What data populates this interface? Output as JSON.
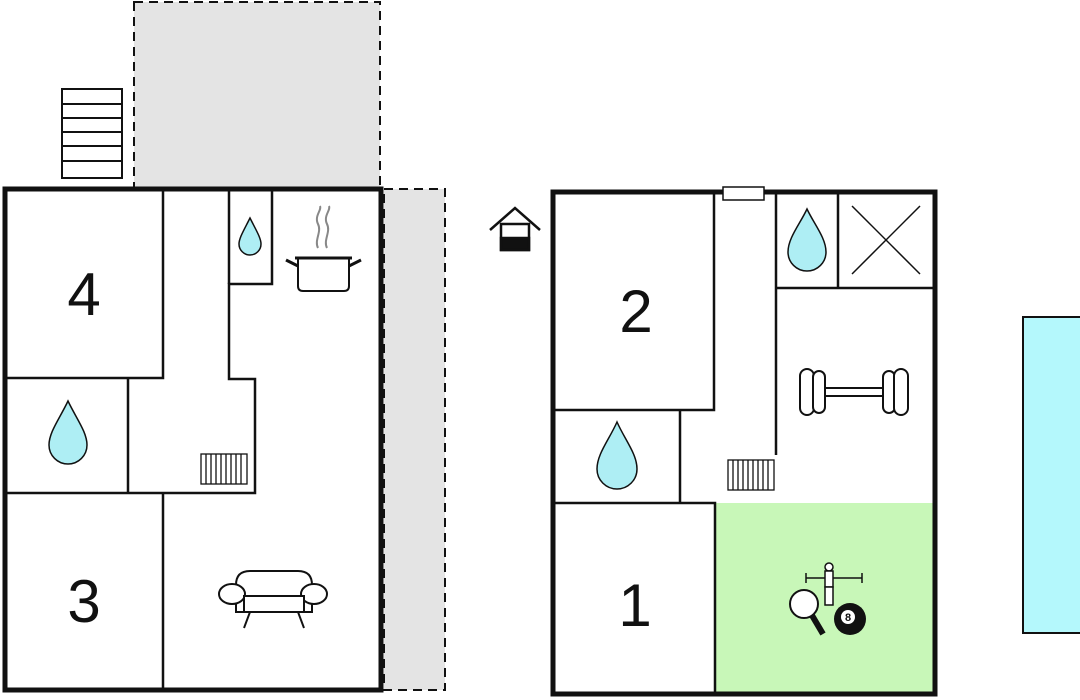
{
  "colors": {
    "wall": "#111111",
    "terrace": "#e4e4e4",
    "water_drop": "#aeeef4",
    "game_room": "#c8f7b8",
    "pool": "#b4f8fc"
  },
  "left_building": {
    "rooms": [
      {
        "id": "bedroom-4",
        "number": "4"
      },
      {
        "id": "bedroom-3",
        "number": "3"
      }
    ],
    "icons": [
      "water-drop-icon",
      "water-drop-icon",
      "cooking-pot-icon",
      "radiator-icon",
      "sofa-icon",
      "stairs-icon"
    ]
  },
  "right_building": {
    "rooms": [
      {
        "id": "bedroom-2",
        "number": "2"
      },
      {
        "id": "bedroom-1",
        "number": "1"
      }
    ],
    "icons": [
      "water-drop-icon",
      "water-drop-icon",
      "sauna-cross-icon",
      "dumbbell-icon",
      "radiator-icon",
      "table-football-icon",
      "ping-pong-icon",
      "billiard-ball-icon"
    ],
    "billiard_ball_number": "8"
  },
  "outdoor": {
    "icons": [
      "well-house-icon",
      "swimming-pool"
    ]
  }
}
